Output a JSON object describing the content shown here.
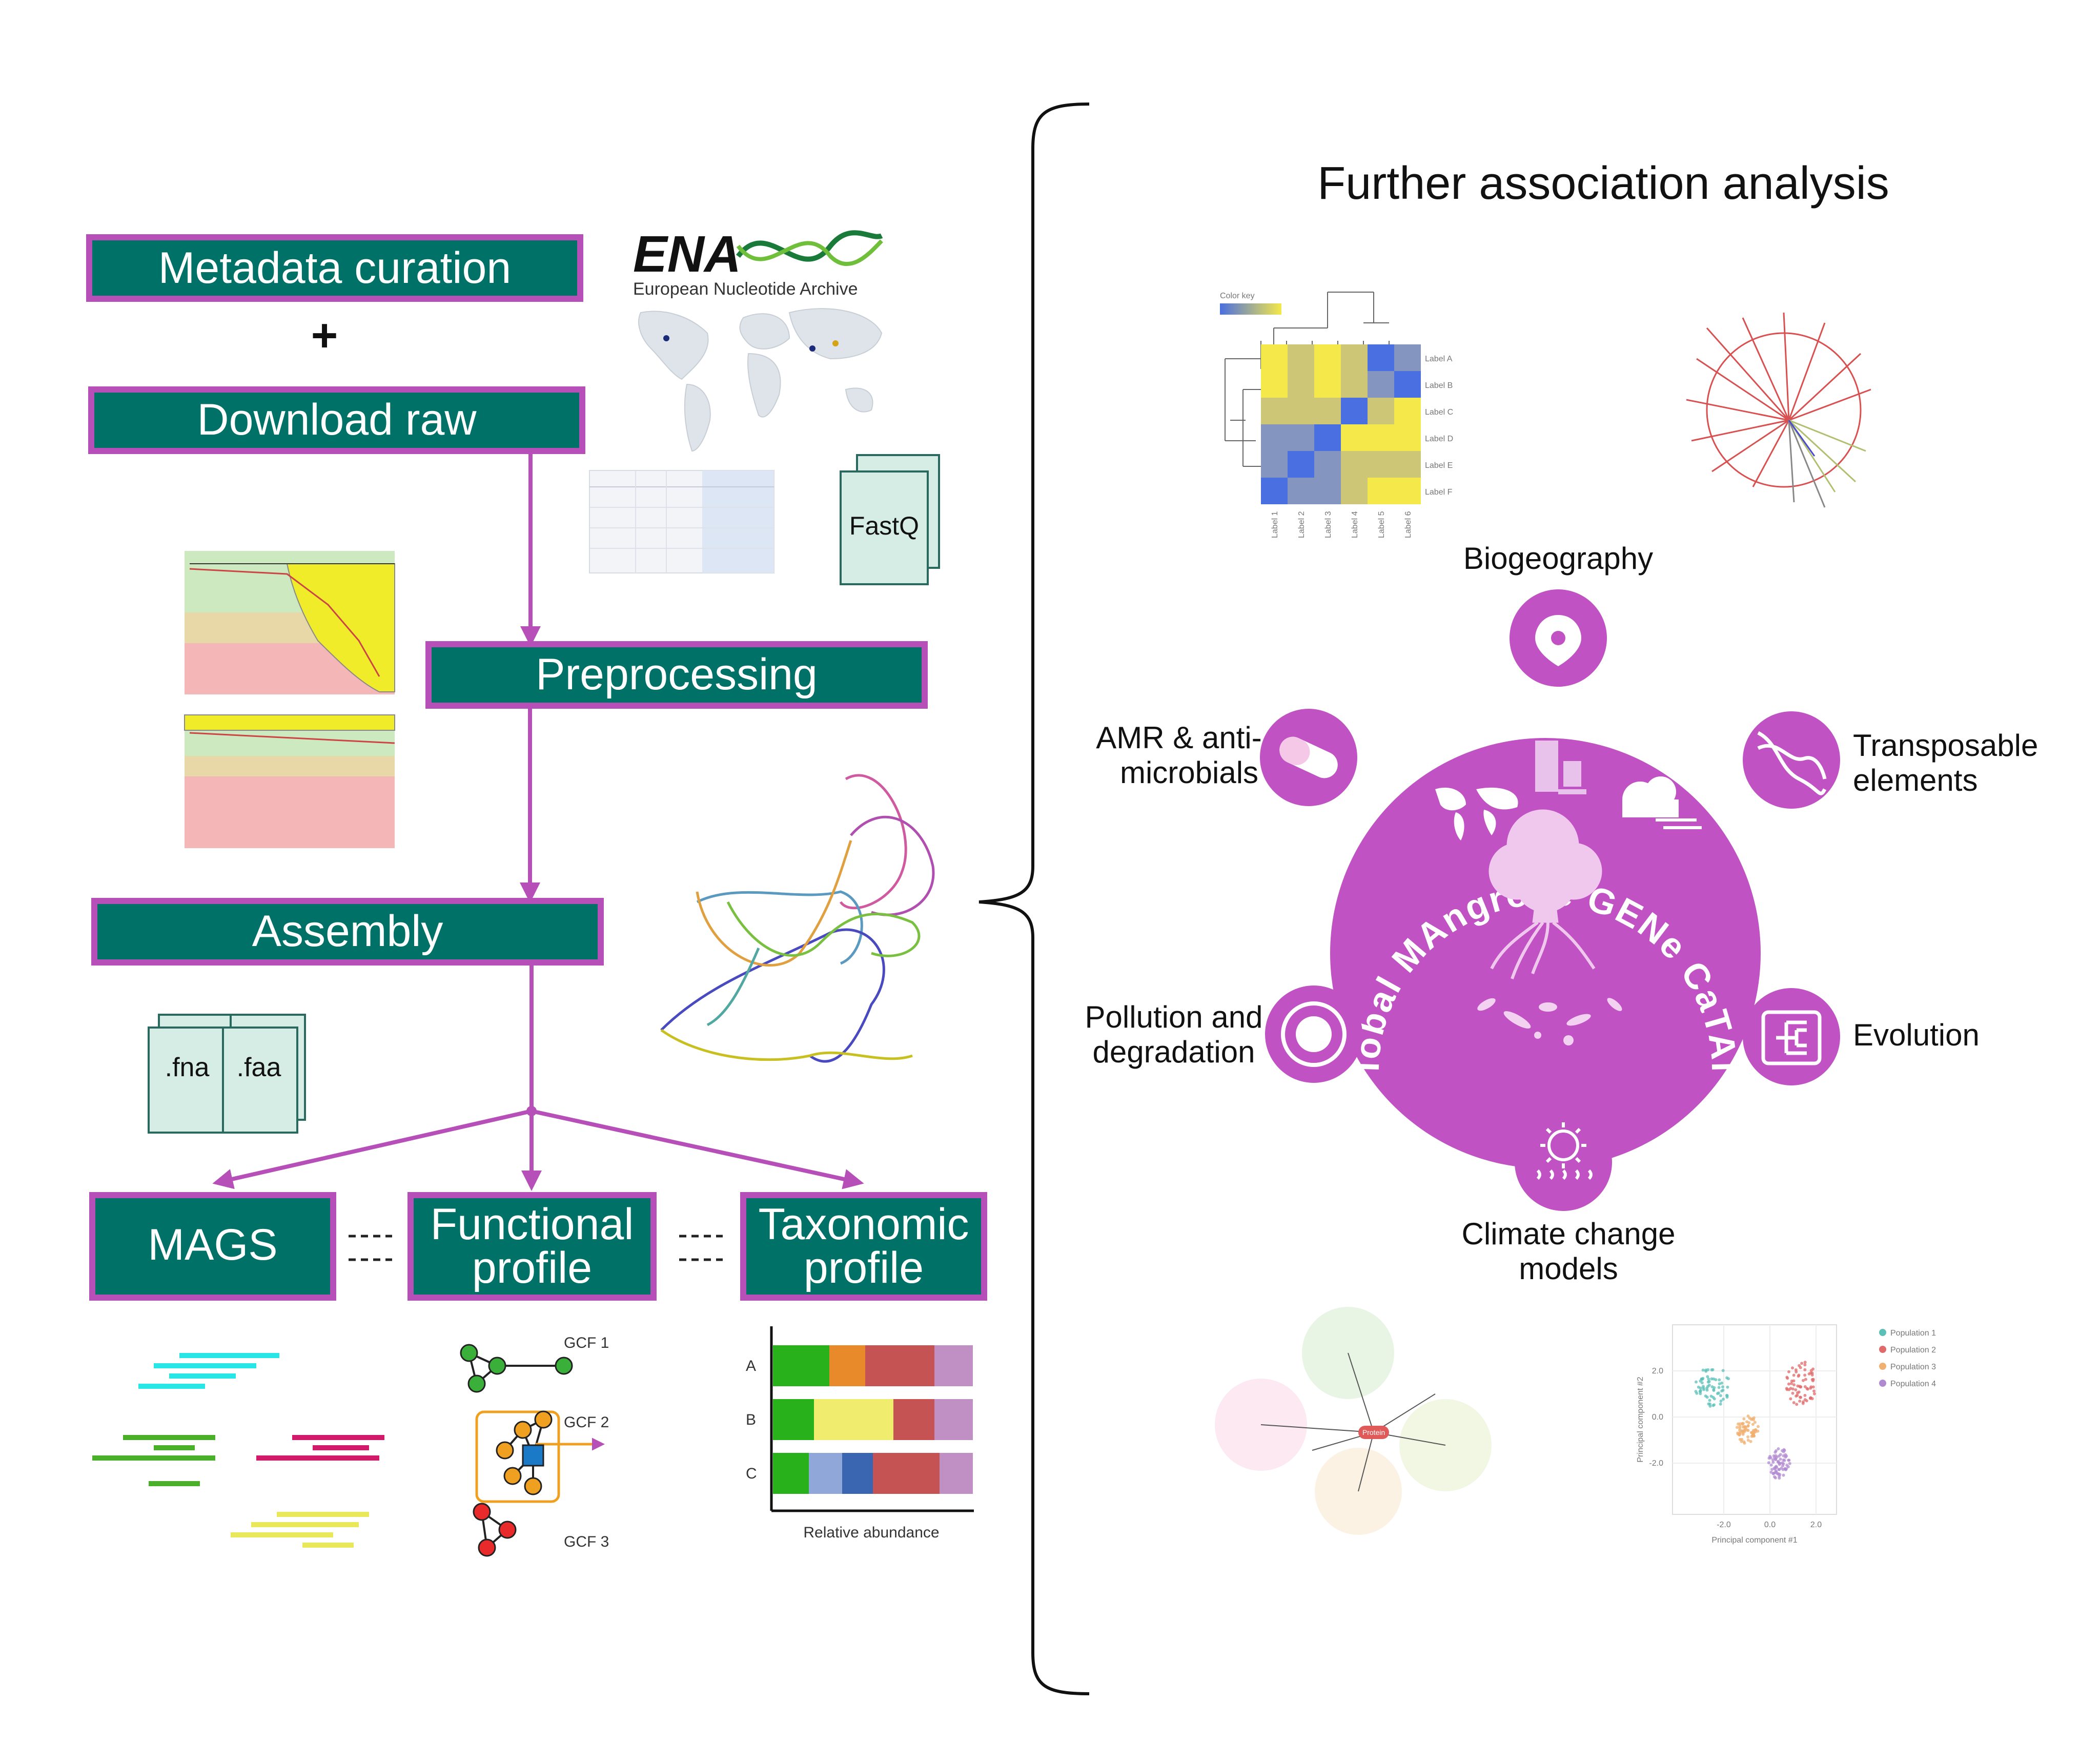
{
  "pipeline": {
    "metadata_curation": "Metadata curation",
    "plus": "+",
    "download_raw": "Download raw",
    "preprocessing": "Preprocessing",
    "assembly": "Assembly",
    "mags": "MAGS",
    "functional_profile": [
      "Functional",
      "profile"
    ],
    "taxonomic_profile": [
      "Taxonomic",
      "profile"
    ]
  },
  "ena": {
    "logo": "ENA",
    "subtitle": "European Nucleotide Archive"
  },
  "files": {
    "fastq": "FastQ",
    "fna": ".fna",
    "faa": ".faa"
  },
  "gcf_labels": [
    "GCF 1",
    "GCF 2",
    "GCF 3"
  ],
  "abundance_chart": {
    "xlabel": "Relative abundance",
    "categories": [
      "A",
      "B",
      "C"
    ],
    "colors": [
      "#29b11c",
      "#e88a2a",
      "#c65353",
      "#c090c4",
      "#f0ec6e",
      "#90a7d9",
      "#3a65b0"
    ]
  },
  "association": {
    "title": "Further association analysis",
    "biogeography": "Biogeography",
    "amr": [
      "AMR & anti-",
      "microbials"
    ],
    "transposable": [
      "Transposable",
      "elements"
    ],
    "pollution": [
      "Pollution and",
      "degradation"
    ],
    "evolution": "Evolution",
    "climate": [
      "Climate change",
      "models"
    ]
  },
  "catalogue": {
    "ring_text": "the global MAngrove GENe CaTAlogue",
    "color": "#c052c4"
  },
  "heatmap": {
    "color_key": "Color key",
    "row_labels": [
      "Label A",
      "Label B",
      "Label C",
      "Label D",
      "Label E",
      "Label F"
    ],
    "col_labels": [
      "Label 1",
      "Label 2",
      "Label 3",
      "Label 4",
      "Label 5",
      "Label 6"
    ]
  },
  "network": {
    "center_label": "Protein"
  },
  "pca": {
    "xlabel": "Principal component #1",
    "ylabel": "Principal component #2",
    "legend": [
      "Population 1",
      "Population 2",
      "Population 3",
      "Population 4"
    ],
    "colors": [
      "#5cc0b8",
      "#e06b6b",
      "#f0b070",
      "#b08ad0"
    ],
    "xticks": [
      "-2.0",
      "0.0",
      "2.0"
    ],
    "yticks": [
      "2.0",
      "0.0",
      "-2.0"
    ]
  }
}
